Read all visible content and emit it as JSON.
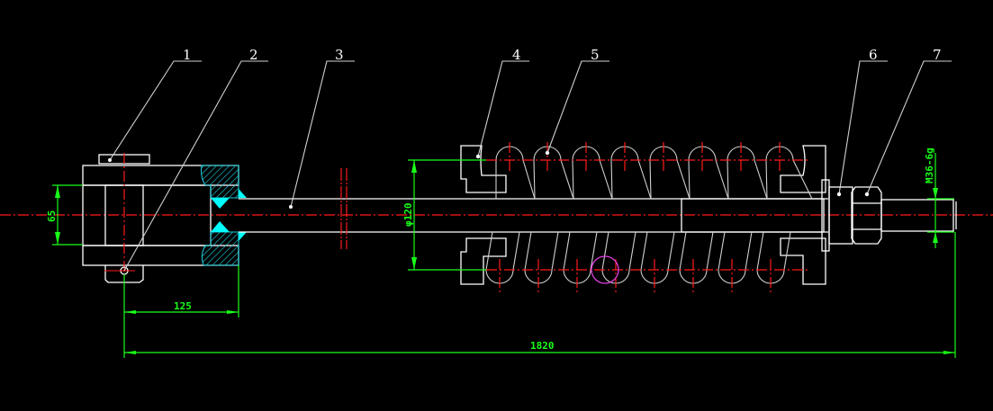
{
  "drawing": {
    "background": "#000000",
    "colors": {
      "outline": "#ffffff",
      "centerline": "#ff1a1a",
      "dimension": "#19ff19",
      "hatch": "#19c8d8",
      "weld": "#00ffff",
      "highlight": "#e040e0"
    },
    "balloons": [
      {
        "id": "1",
        "label": "1"
      },
      {
        "id": "2",
        "label": "2"
      },
      {
        "id": "3",
        "label": "3"
      },
      {
        "id": "4",
        "label": "4"
      },
      {
        "id": "5",
        "label": "5"
      },
      {
        "id": "6",
        "label": "6"
      },
      {
        "id": "7",
        "label": "7"
      }
    ],
    "dimensions": {
      "clevis_height": "65",
      "clevis_offset": "125",
      "spring_diameter": "φ120",
      "thread": "M36-6g",
      "overall_length": "1820"
    }
  }
}
